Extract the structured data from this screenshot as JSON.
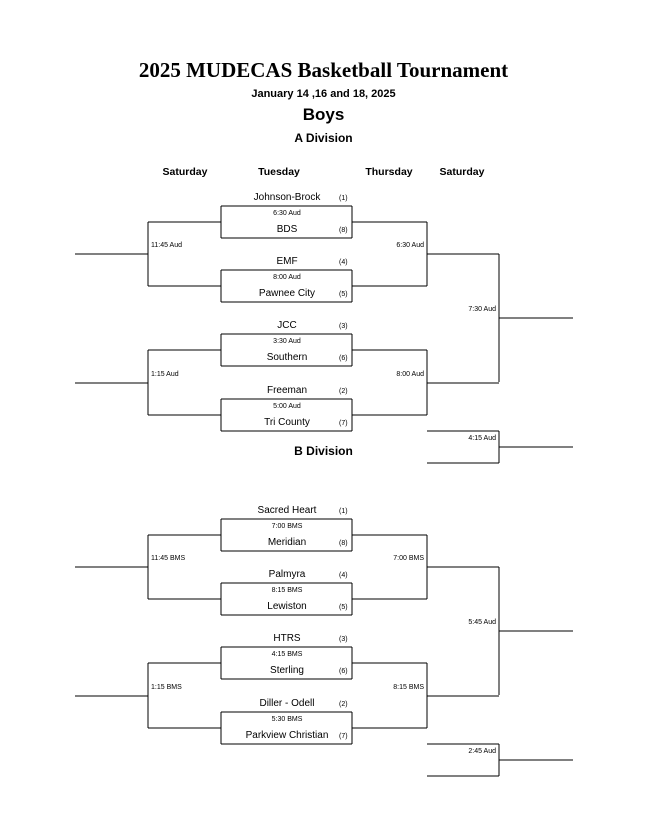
{
  "title": "2025 MUDECAS Basketball Tournament",
  "dates": "January 14 ,16 and 18, 2025",
  "section": "Boys",
  "days": [
    "Saturday",
    "Tuesday",
    "Thursday",
    "Saturday"
  ],
  "divisions": [
    {
      "name": "A Division",
      "games": [
        {
          "top": {
            "team": "Johnson-Brock",
            "seed": "(1)"
          },
          "bottom": {
            "team": "BDS",
            "seed": "(8)"
          },
          "time": "6:30 Aud"
        },
        {
          "top": {
            "team": "EMF",
            "seed": "(4)"
          },
          "bottom": {
            "team": "Pawnee City",
            "seed": "(5)"
          },
          "time": "8:00 Aud"
        },
        {
          "top": {
            "team": "JCC",
            "seed": "(3)"
          },
          "bottom": {
            "team": "Southern",
            "seed": "(6)"
          },
          "time": "3:30 Aud"
        },
        {
          "top": {
            "team": "Freeman",
            "seed": "(2)"
          },
          "bottom": {
            "team": "Tri County",
            "seed": "(7)"
          },
          "time": "5:00 Aud"
        }
      ],
      "consolation_times": [
        "11:45 Aud",
        "1:15 Aud"
      ],
      "semifinal_times": [
        "6:30 Aud",
        "8:00 Aud"
      ],
      "final_time": "7:30 Aud",
      "third_place_time": "4:15 Aud"
    },
    {
      "name": "B Division",
      "games": [
        {
          "top": {
            "team": "Sacred Heart",
            "seed": "(1)"
          },
          "bottom": {
            "team": "Meridian",
            "seed": "(8)"
          },
          "time": "7:00 BMS"
        },
        {
          "top": {
            "team": "Palmyra",
            "seed": "(4)"
          },
          "bottom": {
            "team": "Lewiston",
            "seed": "(5)"
          },
          "time": "8:15 BMS"
        },
        {
          "top": {
            "team": "HTRS",
            "seed": "(3)"
          },
          "bottom": {
            "team": "Sterling",
            "seed": "(6)"
          },
          "time": "4:15 BMS"
        },
        {
          "top": {
            "team": "Diller - Odell",
            "seed": "(2)"
          },
          "bottom": {
            "team": "Parkview Christian",
            "seed": "(7)"
          },
          "time": "5:30 BMS"
        }
      ],
      "consolation_times": [
        "11:45 BMS",
        "1:15 BMS"
      ],
      "semifinal_times": [
        "7:00 BMS",
        "8:15 BMS"
      ],
      "final_time": "5:45 Aud",
      "third_place_time": "2:45 Aud"
    }
  ]
}
